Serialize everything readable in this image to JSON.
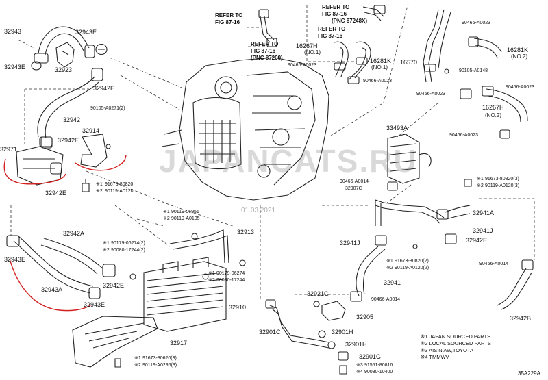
{
  "part_labels": [
    "32943",
    "32943E",
    "32923",
    "32943E",
    "32942E",
    "32942",
    "32914",
    "32942E",
    "90105-A0271(2)",
    "32971",
    "32942E",
    "91673-80820",
    "90119-A0120",
    "REFER TO",
    "FIG 87-16",
    "REFER TO",
    "FIG 87-16",
    "(PNC 87209)",
    "REFER TO",
    "FIG 87-16",
    "(PNC 87248X)",
    "REFER TO",
    "FIG 87-16",
    "16267H",
    "(NO.1)",
    "16281K",
    "(NO.1)",
    "90466-A0023",
    "90466-A0023",
    "90466-A0023",
    "16281K",
    "(NO.2)",
    "16570",
    "90105-A0148",
    "90466-A0023",
    "16267H",
    "(NO.2)",
    "90466-A0023",
    "90466-A0023",
    "33493A",
    "90466-A0014",
    "32907C",
    "91673-80820(3)",
    "90119-A0120(3)",
    "90119-06951",
    "90119-A0105",
    "32913",
    "32942A",
    "90179-06274(2)",
    "90080-17244(2)",
    "90179-06274",
    "90080-17244",
    "32910",
    "32943E",
    "32943A",
    "32942E",
    "32943E",
    "32917",
    "91673-80620(3)",
    "90119-A0296(3)",
    "32941A",
    "32941J",
    "32942E",
    "32941J",
    "91673-80820(2)",
    "90119-A0120(2)",
    "32941",
    "32921G",
    "90466-A0014",
    "32905",
    "32901C",
    "32901H",
    "32901H",
    "32901G",
    "91551-80816",
    "90080-10400",
    "90466-A0014",
    "32942B"
  ],
  "marks": [
    "※1",
    "※2"
  ],
  "legend": [
    "※1 JAPAN SOURCED PARTS",
    "※2 LOCAL SOURCED PARTS",
    "※3 AISIN AW,TOYOTA",
    "※4 TMMWV"
  ],
  "watermark": "JAPANCATS.RU",
  "date": "01.03.2021",
  "figure_code": "35A229A"
}
